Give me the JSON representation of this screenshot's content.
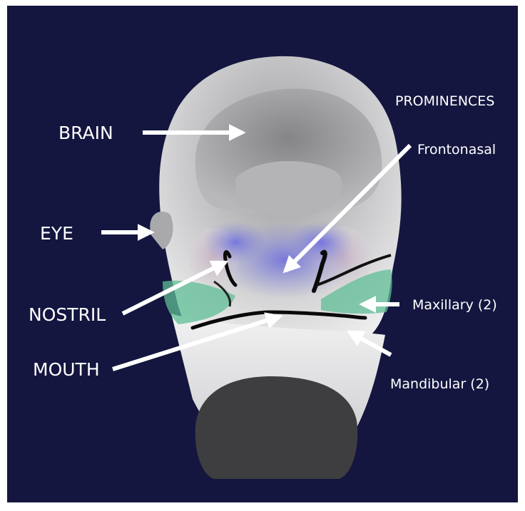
{
  "labels": {
    "brain": "BRAIN",
    "eye": "EYE",
    "nostril": "NOSTRIL",
    "mouth": "MOUTH",
    "prominences": "PROMINENCES",
    "frontonasal": "Frontonasal",
    "maxillary": "Maxillary (2)",
    "mandibular": "Mandibular (2)"
  },
  "colors": {
    "background": "#14163f",
    "arrow": "#ffffff",
    "frontonasal_prominence": "#5b5bd6",
    "maxillary_prominence": "#4fbf94"
  }
}
